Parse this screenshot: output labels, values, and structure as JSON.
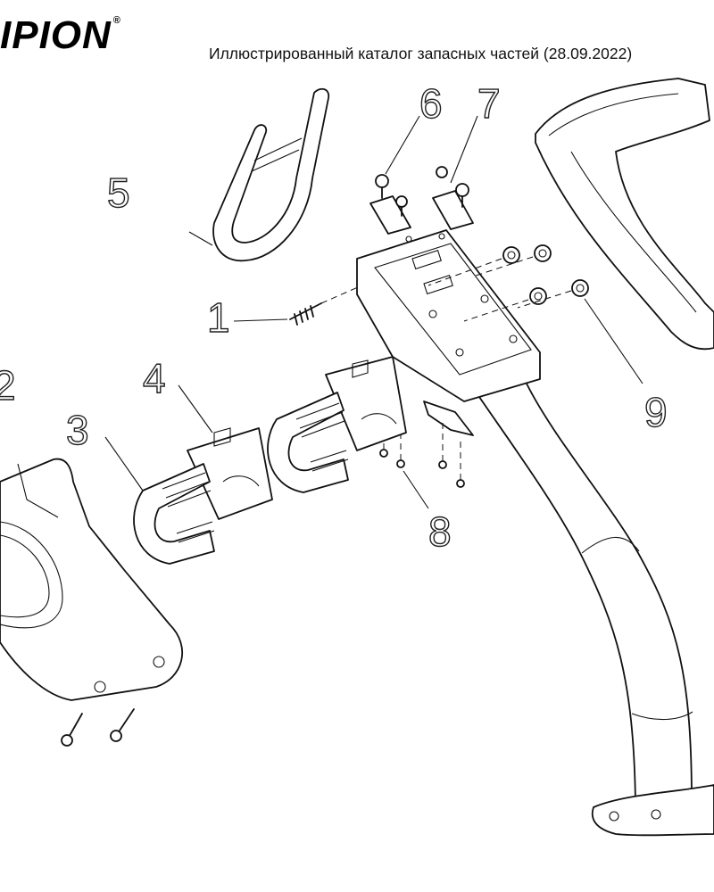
{
  "header": {
    "brand": "IPION",
    "brand_mark": "®",
    "title": "Иллюстрированный каталог запасных частей (28.09.2022)"
  },
  "callouts": [
    "1",
    "2",
    "3",
    "4",
    "5",
    "6",
    "7",
    "8",
    "9"
  ]
}
